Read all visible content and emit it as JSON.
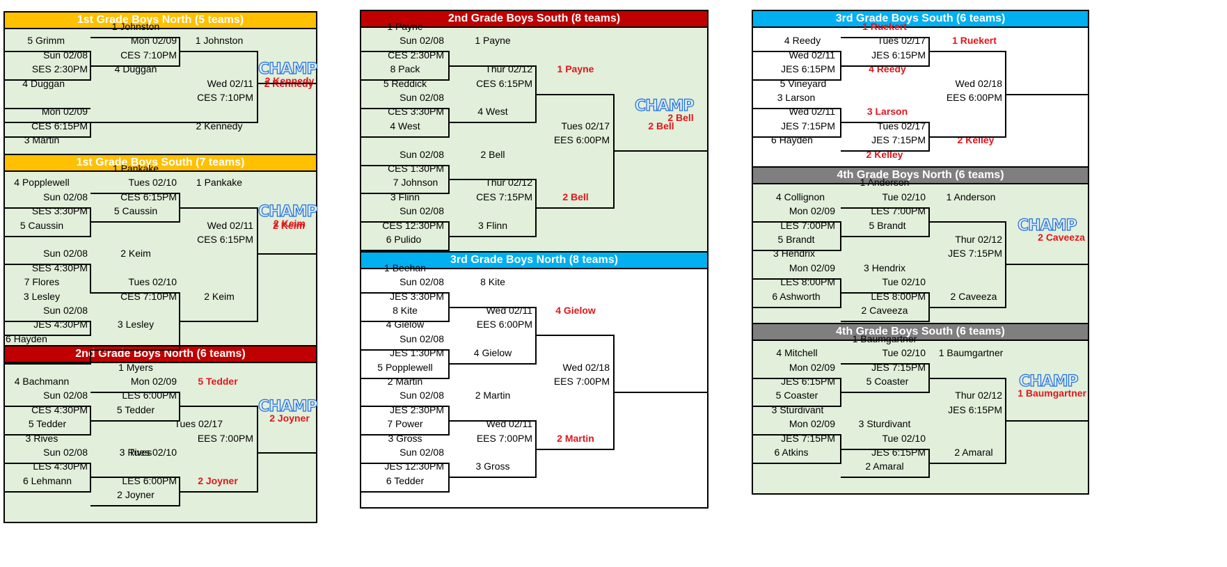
{
  "colors": {
    "orange": "#ffc000",
    "red": "#c00000",
    "blue": "#00b0f0",
    "gray": "#7f7f7f",
    "green_bg": "#e2efda",
    "white_bg": "#ffffff",
    "winner_text": "#e0161c",
    "champ_fill": "#dceaf7",
    "champ_stroke": "#1f6fd6"
  },
  "brackets": [
    {
      "title": "1st Grade Boys North (5 teams)",
      "color": "orange",
      "bg": "green_bg",
      "champ_label": "CHAMP",
      "champion": "2 Kennedy",
      "texts": [
        "1 Johnston",
        "5 Grimm",
        "Sun 02/08",
        "SES 2:30PM",
        "4 Duggan",
        "Mon 02/09",
        "CES 7:10PM",
        "4 Duggan",
        "1 Johnston",
        "Wed 02/11",
        "CES 7:10PM",
        "2 Kennedy",
        "Mon 02/09",
        "CES 6:15PM",
        "2 Kennedy",
        "3 Martin"
      ]
    },
    {
      "title": "1st Grade Boys South (7 teams)",
      "color": "orange",
      "bg": "green_bg",
      "champ_label": "CHAMP",
      "champion": "2 Keim",
      "texts": [
        "1 Pankake",
        "4 Popplewell",
        "Tues 02/10",
        "Sun 02/08",
        "CES 6:15PM",
        "1 Pankake",
        "SES 3:30PM",
        "5 Caussin",
        "5 Caussin",
        "Wed 02/11",
        "CES 6:15PM",
        "2 Keim",
        "Sun 02/08",
        "2 Keim",
        "SES 4:30PM",
        "7 Flores",
        "Tues 02/10",
        "3 Lesley",
        "CES 7:10PM",
        "2 Keim",
        "Sun 02/08",
        "JES 4:30PM",
        "3 Lesley",
        "6 Hayden"
      ]
    },
    {
      "title": "2nd Grade Boys North (6 teams)",
      "color": "red",
      "bg": "green_bg",
      "champ_label": "CHAMP",
      "champion": "2 Joyner",
      "texts": [
        "1 Myers",
        "4 Bachmann",
        "Mon 02/09",
        "5 Tedder",
        "Sun 02/08",
        "LES 6:00PM",
        "CES 4:30PM",
        "5 Tedder",
        "5 Tedder",
        "Tues 02/17",
        "3 Rives",
        "EES 7:00PM",
        "Sun 02/08",
        "3 Rives",
        "Tues 02/10",
        "LES 4:30PM",
        "6 Lehmann",
        "LES 6:00PM",
        "2 Joyner",
        "2 Joyner"
      ]
    },
    {
      "title": "2nd Grade Boys South (8 teams)",
      "color": "red",
      "bg": "green_bg",
      "champ_label": "CHAMP",
      "champion": "2 Bell",
      "texts": [
        "1 Payne",
        "Sun 02/08",
        "1 Payne",
        "CES 2:30PM",
        "8 Pack",
        "Thur 02/12",
        "1 Payne",
        "5 Reddick",
        "CES 6:15PM",
        "Sun 02/08",
        "CES 3:30PM",
        "4 West",
        "4 West",
        "Tues 02/17",
        "2 Bell",
        "EES 6:00PM",
        "Sun 02/08",
        "2 Bell",
        "CES 1:30PM",
        "7 Johnson",
        "Thur 02/12",
        "3 Flinn",
        "CES 7:15PM",
        "2 Bell",
        "Sun 02/08",
        "CES 12:30PM",
        "3 Flinn",
        "6 Pulido"
      ]
    },
    {
      "title": "3rd Grade Boys North (8 teams)",
      "color": "blue",
      "bg": "white_bg",
      "texts": [
        "1 Beehan",
        "Sun 02/08",
        "8 Kite",
        "JES 3:30PM",
        "8 Kite",
        "Wed 02/11",
        "4 Gielow",
        "4 Gielow",
        "EES 6:00PM",
        "Sun 02/08",
        "JES 1:30PM",
        "4 Gielow",
        "5 Popplewell",
        "Wed 02/18",
        "2 Martin",
        "EES 7:00PM",
        "Sun 02/08",
        "2 Martin",
        "JES 2:30PM",
        "7 Power",
        "Wed 02/11",
        "3 Gross",
        "EES 7:00PM",
        "2 Martin",
        "Sun 02/08",
        "JES 12:30PM",
        "3 Gross",
        "6 Tedder"
      ]
    },
    {
      "title": "3rd Grade Boys South (6 teams)",
      "color": "blue",
      "bg": "white_bg",
      "texts": [
        "1 Ruekert",
        "4 Reedy",
        "Tues 02/17",
        "1 Ruekert",
        "Wed 02/11",
        "JES 6:15PM",
        "JES 6:15PM",
        "4 Reedy",
        "5 Vineyard",
        "Wed 02/18",
        "3 Larson",
        "EES 6:00PM",
        "Wed 02/11",
        "3 Larson",
        "Tues 02/17",
        "JES 7:15PM",
        "6 Hayden",
        "JES 7:15PM",
        "2 Kelley",
        "2 Kelley"
      ]
    },
    {
      "title": "4th Grade Boys North (6 teams)",
      "color": "gray",
      "bg": "green_bg",
      "champ_label": "CHAMP",
      "champion": "2 Caveeza",
      "texts": [
        "1 Anderson",
        "4 Collignon",
        "Tue 02/10",
        "1 Anderson",
        "Mon 02/09",
        "LES 7:00PM",
        "LES 7:00PM",
        "5 Brandt",
        "5 Brandt",
        "Thur 02/12",
        "3 Hendrix",
        "JES 7:15PM",
        "Mon 02/09",
        "3 Hendrix",
        "Tue 02/10",
        "LES 8:00PM",
        "6 Ashworth",
        "LES 8:00PM",
        "2 Caveeza",
        "2 Caveeza"
      ]
    },
    {
      "title": "4th Grade Boys South (6 teams)",
      "color": "gray",
      "bg": "green_bg",
      "champ_label": "CHAMP",
      "champion": "1 Baumgartner",
      "texts": [
        "1 Baumgartner",
        "4 Mitchell",
        "Tue 02/10",
        "1 Baumgartner",
        "Mon 02/09",
        "JES 7:15PM",
        "JES 6:15PM",
        "5 Coaster",
        "5 Coaster",
        "Thur 02/12",
        "3 Sturdivant",
        "JES 6:15PM",
        "Mon 02/09",
        "3 Sturdivant",
        "Tue 02/10",
        "JES 7:15PM",
        "6 Atkins",
        "JES 6:15PM",
        "2 Amaral",
        "2 Amaral"
      ]
    }
  ]
}
